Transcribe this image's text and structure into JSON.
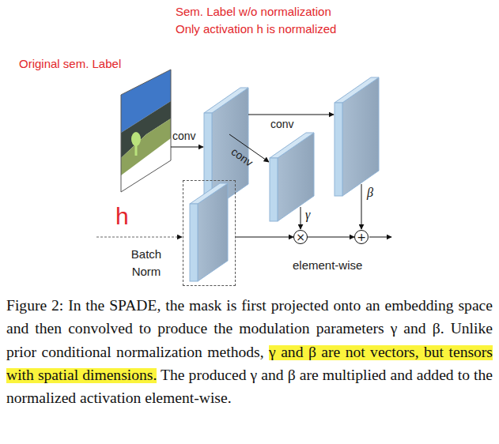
{
  "diagram": {
    "caption": "Figure 2: In the SPADE, the mask is first projected onto an embedding space and then convolved to produce the modulation parameters γ and β. Unlike prior conditional normalization methods, γ and β are not vectors, but tensors with spatial dimensions. The produced γ and β are multiplied and added to the normalized activation element-wise.",
    "nodes": [
      {
        "text": [
          "Batch Norm"
        ]
      },
      {
        "text": [
          "×"
        ]
      },
      {
        "text": [
          "+"
        ]
      }
    ],
    "edges": [
      {
        "from": 0,
        "to": 1,
        "arrow": "to"
      },
      {
        "from": 1,
        "to": 2,
        "arrow": "to"
      }
    ],
    "labels": [
      "Sem. Label w/o normalization",
      "Only activation h is normalized",
      "Original sem. Label",
      "conv",
      "conv",
      "conv",
      "γ",
      "β",
      "h",
      "element-wise"
    ]
  }
}
